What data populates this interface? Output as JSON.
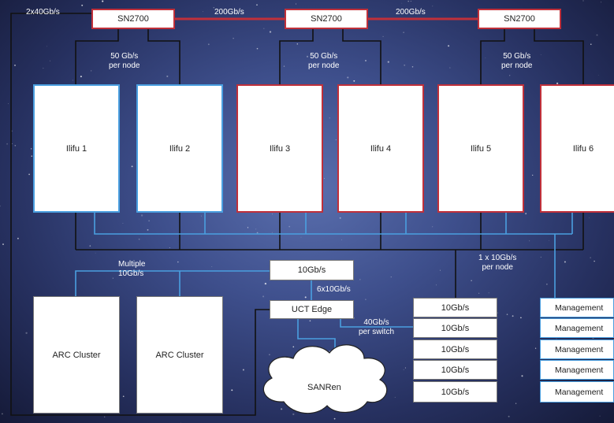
{
  "switches": [
    "SN2700",
    "SN2700",
    "SN2700"
  ],
  "nodes": [
    "Ilifu 1",
    "Ilifu 2",
    "Ilifu 3",
    "Ilifu 4",
    "Ilifu 5",
    "Ilifu 6"
  ],
  "arc_clusters": [
    "ARC Cluster",
    "ARC Cluster"
  ],
  "ten_gb_hub": "10Gb/s",
  "uct_edge": "UCT Edge",
  "tor_switches": [
    "10Gb/s",
    "10Gb/s",
    "10Gb/s",
    "10Gb/s",
    "10Gb/s"
  ],
  "management": [
    "Management",
    "Management",
    "Management",
    "Management",
    "Management"
  ],
  "cloud": "SANRen",
  "labels": {
    "uplink": "2x40Gb/s",
    "isl_1": "200Gb/s",
    "isl_2": "200Gb/s",
    "per_node_1": [
      "50 Gb/s",
      "per node"
    ],
    "per_node_2": [
      "50 Gb/s",
      "per node"
    ],
    "per_node_3": [
      "50 Gb/s",
      "per node"
    ],
    "multiple": [
      "Multiple",
      "10Gb/s"
    ],
    "six_x": "6x10Gb/s",
    "one_x": [
      "1 x 10Gb/s",
      "per node"
    ],
    "per_switch": [
      "40Gb/s",
      "per switch"
    ]
  },
  "colors": {
    "link_red": "#c0303a",
    "link_blue": "#4a9fe0",
    "link_black": "#111111"
  }
}
